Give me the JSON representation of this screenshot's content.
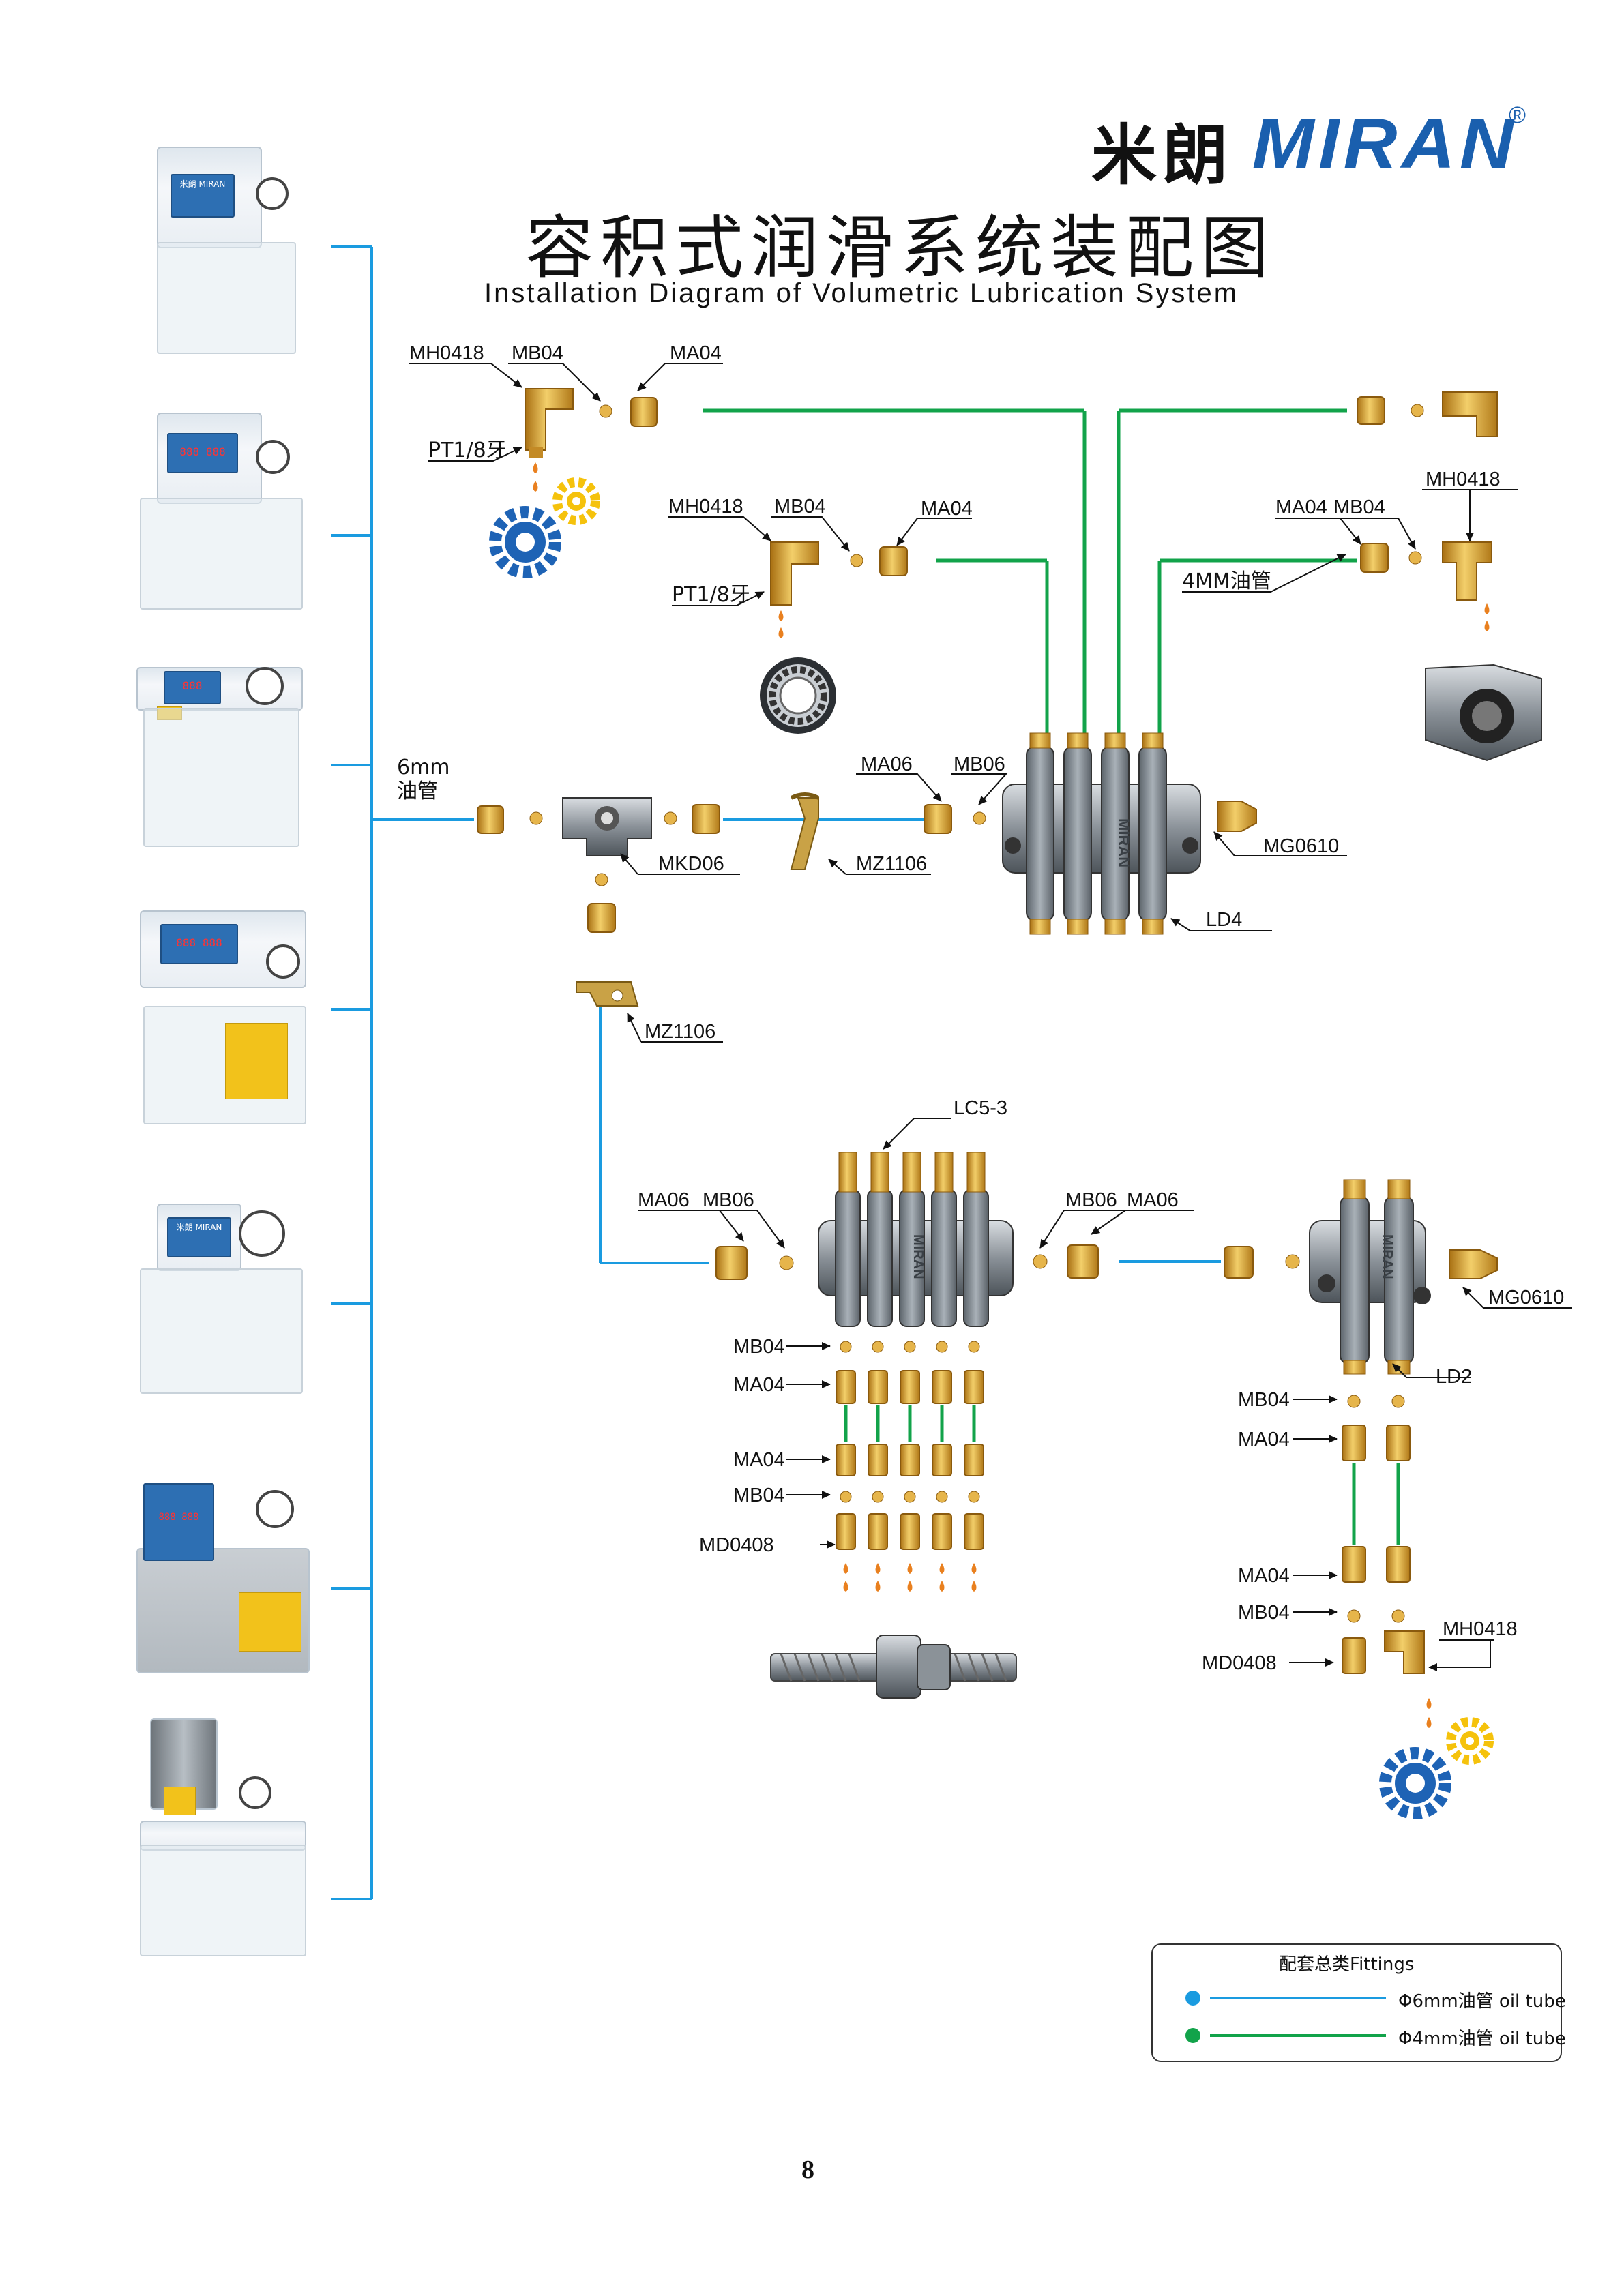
{
  "brand": {
    "name_cn": "米朗",
    "name_en": "MIRAN",
    "reg_mark": "®"
  },
  "title": {
    "cn": "容积式润滑系统装配图",
    "en": "Installation Diagram of Volumetric Lubrication System"
  },
  "page_number": "8",
  "main_tube_label": {
    "line1": "6mm",
    "line2": "油管"
  },
  "labels": {
    "tl_mh0418": "MH0418",
    "tl_mb04": "MB04",
    "tl_ma04": "MA04",
    "tl_pt": "PT1/8牙",
    "m_mh0418": "MH0418",
    "m_mb04": "MB04",
    "m_ma04": "MA04",
    "m_pt": "PT1/8牙",
    "r_ma04": "MA04",
    "r_mb04": "MB04",
    "r_mh0418": "MH0418",
    "r_tube": "4MM油管",
    "ld4_ma06": "MA06",
    "ld4_mb06": "MB06",
    "ld4_mg0610": "MG0610",
    "ld4": "LD4",
    "mkd06": "MKD06",
    "mz1106_a": "MZ1106",
    "mz1106_b": "MZ1106",
    "lc53": "LC5-3",
    "lc_ma06_l": "MA06",
    "lc_mb06_l": "MB06",
    "lc_mb06_r": "MB06",
    "lc_ma06_r": "MA06",
    "lc_mb04_a": "MB04",
    "lc_ma04_a": "MA04",
    "lc_ma04_b": "MA04",
    "lc_mb04_b": "MB04",
    "lc_md0408": "MD0408",
    "ld2_mg0610": "MG0610",
    "ld2": "LD2",
    "ld2_mb04_a": "MB04",
    "ld2_ma04_a": "MA04",
    "ld2_ma04_b": "MA04",
    "ld2_mb04_b": "MB04",
    "ld2_md0408": "MD0408",
    "ld2_mh0418": "MH0418"
  },
  "block_marks": {
    "ld4": "MIRAN",
    "lc53": "MIRAN",
    "ld2": "MIRAN"
  },
  "pump_units": [
    {
      "panel": "米朗 MIRAN"
    },
    {
      "panel": "888 888"
    },
    {
      "panel": "888"
    },
    {
      "panel": "888 888"
    },
    {
      "panel": "米朗 MIRAN"
    },
    {
      "panel": "888 888"
    },
    {
      "panel": ""
    }
  ],
  "legend": {
    "title": "配套总类Fittings",
    "items": [
      {
        "label": "Φ6mm油管  oil tube",
        "color": "#1a9be0"
      },
      {
        "label": "Φ4mm油管  oil tube",
        "color": "#12a34a"
      }
    ]
  },
  "colors": {
    "tube_6mm": "#1a9be0",
    "tube_4mm": "#12a34a",
    "brass": "#d9a23a",
    "manifold": "#7d8790",
    "brand_blue": "#1a5fae",
    "oil": "#e9801f",
    "gear_blue": "#1e63b5",
    "gear_yellow": "#f5c20c"
  }
}
